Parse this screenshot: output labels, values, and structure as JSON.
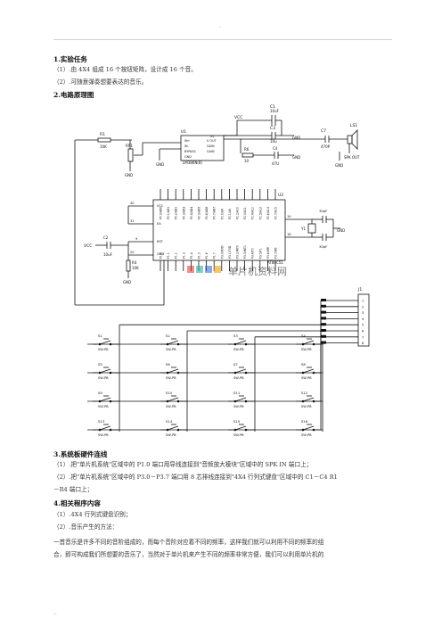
{
  "header": {
    "mark": "."
  },
  "sections": {
    "task_title": "1.实验任务",
    "task_1": "（1）.由 4X4 组成 16 个按钮矩阵，设计成 16 个音。",
    "task_2": "（2）.可随意弹奏想要表达的音乐。",
    "diagram_title": "2.电路原理图",
    "wiring_title": "3.系统板硬件连线",
    "wiring_1": "（1）.把\"单片机系统\"区域中的 P1.0 端口用导线连接到\"音频放大模块\"区域中的 SPK IN 端口上；",
    "wiring_2a": "（2）.把\"单片机系统\"区域中的 P3.0－P3.7 端口用 8 芯排线连接到\"4X4 行列式键盘\"区域中的 C1－C4   R1",
    "wiring_2b": "－R4 端口上；",
    "program_title": "4.相关程序内容",
    "program_1": "（1）.4X4 行列式键盘识别；",
    "program_2": "（2）.音乐产生的方法：",
    "program_3a": "一首音乐是许多不同的音阶组成的，而每个音阶对应着不同的频率，这样我们就可以利用不同的频率的组",
    "program_3b": "合，即可构成我们所想要的音乐了，当然对于单片机来产生不同的频率非常方便，我们可以利用单片机的"
  },
  "schematic": {
    "u1": "U1",
    "u1_part": "LM386N(8)",
    "u1_pins": [
      "IN+",
      "IN-",
      "BYPASS",
      "GND",
      "V OUT",
      "GAIN",
      "GAIN",
      "Vs"
    ],
    "vcc": "VCC",
    "gnd": "GND",
    "r1": "R1",
    "r1_val": "10K",
    "rp1": "RP1",
    "c1": "C1",
    "c1_val": "10uF",
    "c3": "C3",
    "c3_val": "10u",
    "c4": "C4",
    "c4_val": "47U",
    "c7": "C7",
    "c7_val": "470P",
    "r6": "R6",
    "r6_val": "10",
    "ls1": "LS1",
    "spk_out": "SPK OUT",
    "u2": "U2",
    "u2_part": "AT89C51",
    "u2_top_pins": [
      "P0.0/AD0",
      "P0.1/AD1",
      "P0.2/AD2",
      "P0.3/AD3",
      "P0.4/AD4",
      "P0.5/AD5",
      "P0.6/AD6",
      "P0.7/AD7",
      "P2.0/A8",
      "P2.1/A9",
      "P2.2/A10",
      "P2.3/A11",
      "P2.4/A12",
      "P2.5/A13",
      "P2.6/A14",
      "P2.7/A15"
    ],
    "u2_bottom_pins": [
      "P1.0",
      "P1.1",
      "P1.2",
      "P1.3",
      "P1.4",
      "P1.5",
      "P1.6",
      "P1.7",
      "P3.0/RXD",
      "P3.1/TXD",
      "P3.2/INT0",
      "P3.3/INT1",
      "P3.4/T0",
      "P3.5/T1",
      "P3.6/WR",
      "P3.7/RD"
    ],
    "u2_left": [
      "VCC",
      "EA",
      "RST",
      "GND"
    ],
    "u2_pin_nums": [
      "40",
      "31",
      "9",
      "20",
      "19",
      "18"
    ],
    "crystal": "Y1",
    "c_xtal1": "30pF",
    "c_xtal2": "30pF",
    "c2": "C2",
    "c2_val": "10uF",
    "r4": "R4",
    "r4_val": "10K",
    "vcc_left": "VCC",
    "j1": "J1",
    "j1_pins": [
      "1",
      "2",
      "3",
      "4",
      "5",
      "6",
      "7",
      "8"
    ],
    "key_prefix": "S",
    "key_part": "SW-PB",
    "watermark": "单片机资料网"
  },
  "footer": {
    "mark": ".."
  }
}
